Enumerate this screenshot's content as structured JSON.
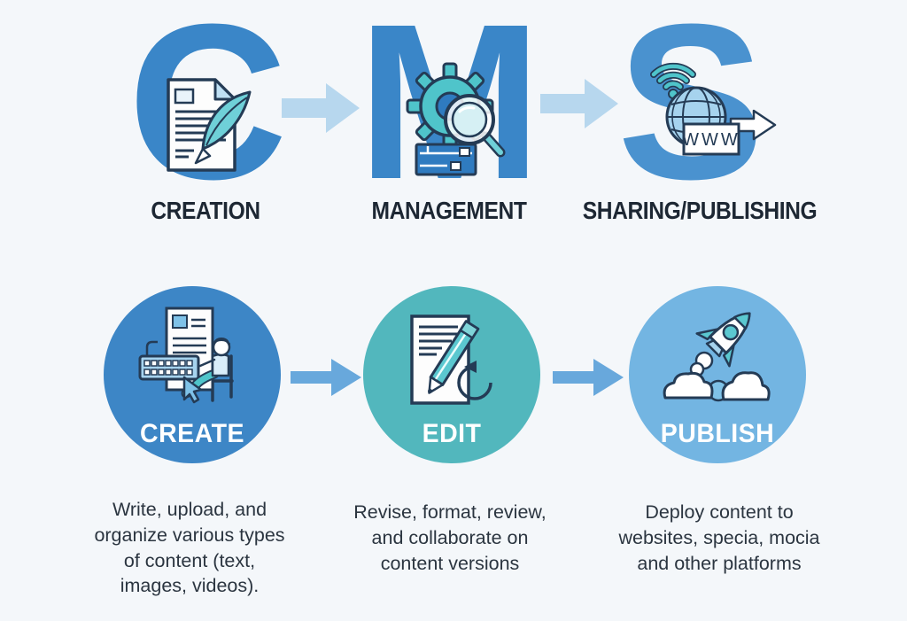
{
  "palette": {
    "background": "#f4f7fa",
    "letter_blue": "#3a86c8",
    "letter_blue_light": "#4a92cf",
    "label_dark": "#1d2733",
    "arrow_light_blue": "#b7d7ee",
    "arrow_medium_blue": "#68a8dc",
    "circle_create_blue": "#3d86c6",
    "circle_edit_teal": "#52b7bd",
    "circle_publish_light_blue": "#73b5e2",
    "icon_outline_navy": "#243b55",
    "icon_teal": "#4fc4ca",
    "icon_light_blue": "#a6d3ee",
    "circle_label_white": "#ffffff",
    "description_text": "#2b3540"
  },
  "top_row": {
    "www_text": "WWW",
    "items": [
      {
        "letter": "C",
        "label": "CREATION",
        "icon": "document-quill-icon"
      },
      {
        "letter": "M",
        "label": "MANAGEMENT",
        "icon": "gear-magnifier-icon"
      },
      {
        "letter": "S",
        "label": "SHARING/PUBLISHING",
        "icon": "globe-wifi-www-icon"
      }
    ],
    "arrows": [
      "right-arrow",
      "right-arrow"
    ]
  },
  "bottom_row": {
    "steps": [
      {
        "label": "CREATE",
        "icon": "person-typing-document-icon",
        "description": "Write, upload, and\norganize various types\nof content (text,\nimages, videos)."
      },
      {
        "label": "EDIT",
        "icon": "document-pencil-revision-icon",
        "description": "Revise, format, review,\nand collaborate on\ncontent versions"
      },
      {
        "label": "PUBLISH",
        "icon": "rocket-launch-clouds-icon",
        "description": "Deploy content to\nwebsites, specia, mocia\nand other platforms"
      }
    ],
    "arrows": [
      "right-arrow",
      "right-arrow"
    ]
  }
}
